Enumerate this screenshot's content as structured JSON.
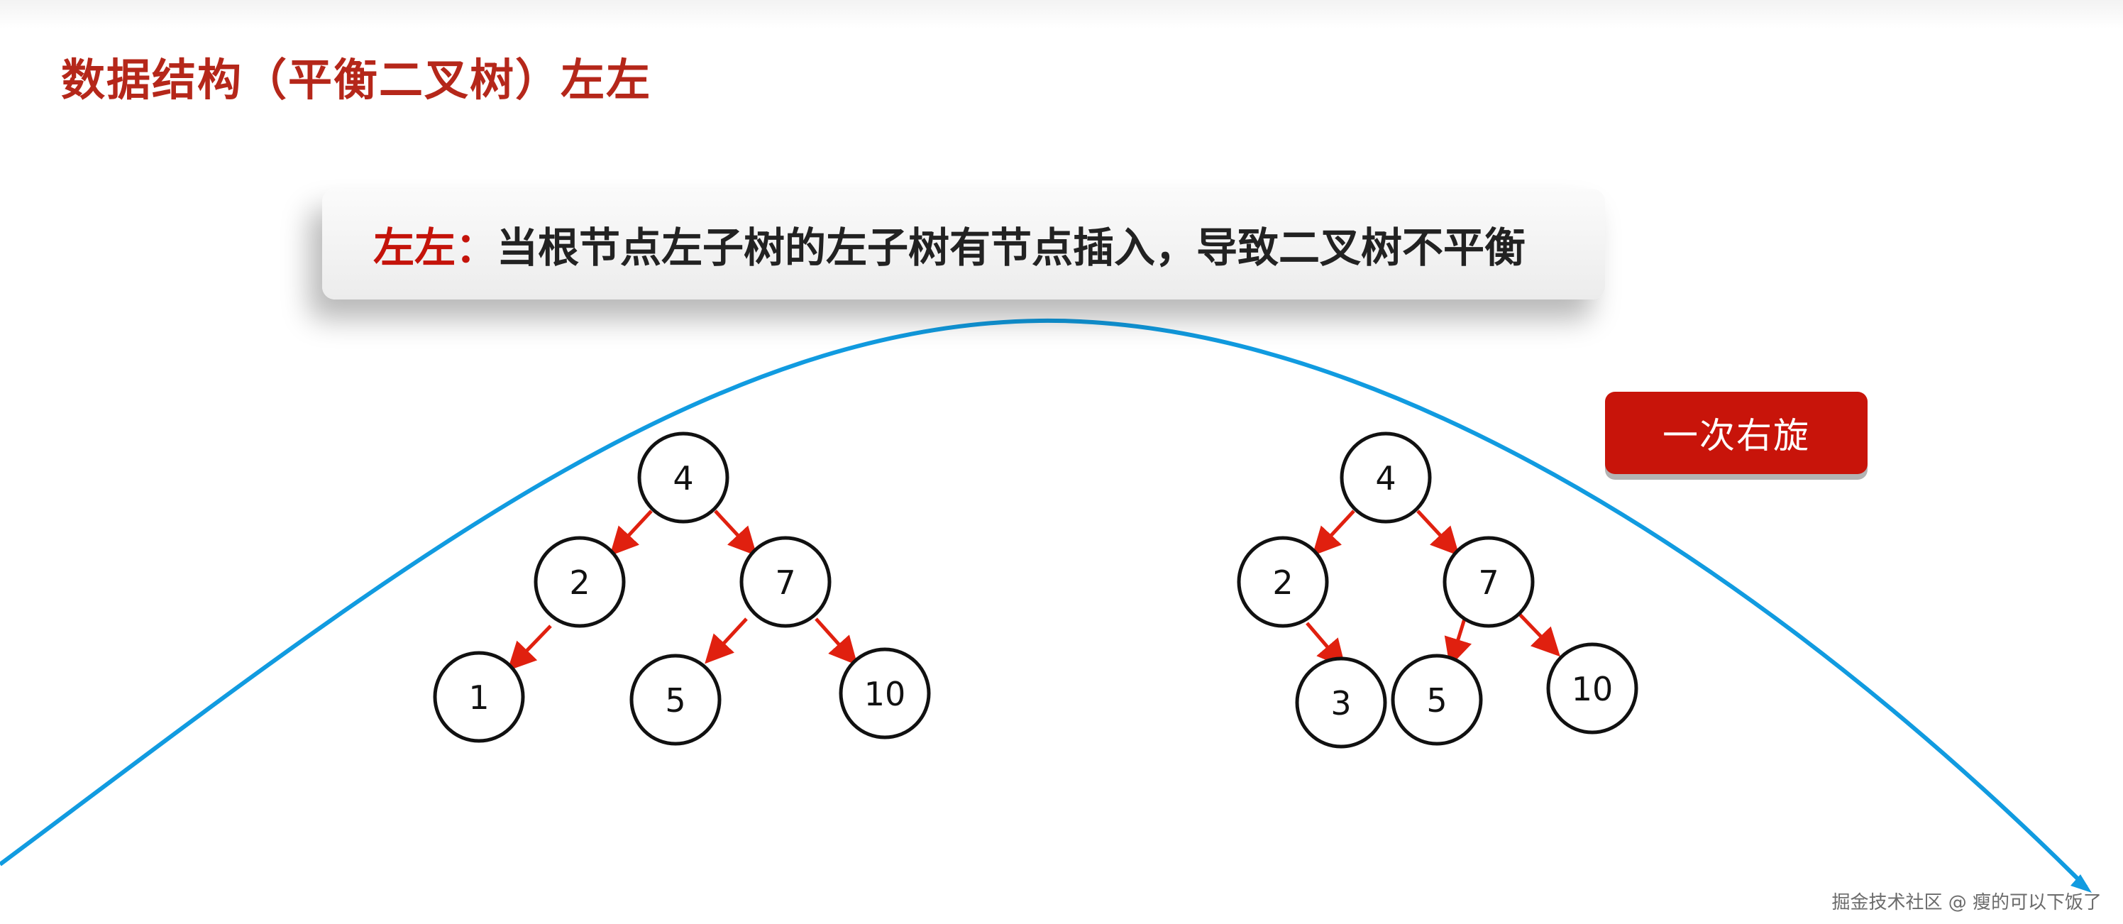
{
  "page": {
    "title": "数据结构（平衡二叉树）左左"
  },
  "callout": {
    "key": "左左：",
    "text": "当根节点左子树的左子树有节点插入，导致二叉树不平衡"
  },
  "action": {
    "label": "一次右旋"
  },
  "trees": {
    "left": [
      "4",
      "2",
      "7",
      "1",
      "5",
      "10"
    ],
    "right": [
      "4",
      "2",
      "7",
      "3",
      "5",
      "10"
    ]
  },
  "watermark": "掘金技术社区 @ 瘦的可以下饭了",
  "colors": {
    "title": "#b5271a",
    "accent_red": "#c8140a",
    "edge_red": "#e0200f",
    "curve_blue": "#119be0",
    "node_border": "#111111"
  }
}
